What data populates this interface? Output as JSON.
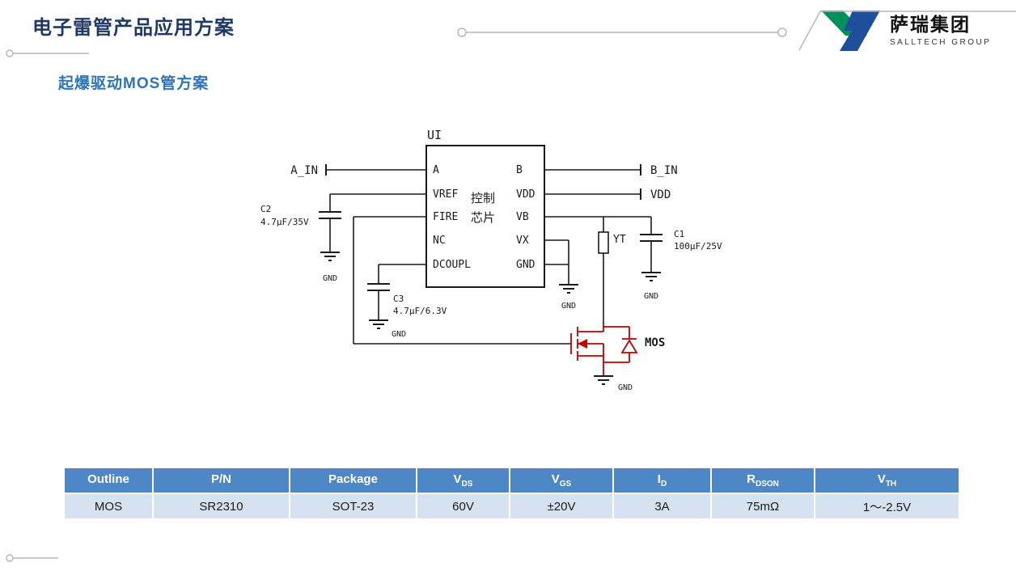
{
  "slide": {
    "title": "电子雷管产品应用方案",
    "subtitle": "起爆驱动MOS管方案"
  },
  "logo": {
    "name": "萨瑞集团",
    "group": "SALLTECH GROUP"
  },
  "circuit": {
    "ic": {
      "ref": "UI",
      "inner_line1": "控制",
      "inner_line2": "芯片",
      "pins_left": [
        "A",
        "VREF",
        "FIRE",
        "NC",
        "DCOUPL"
      ],
      "pins_right": [
        "B",
        "VDD",
        "VB",
        "VX",
        "GND"
      ]
    },
    "nets": {
      "a_in": "A_IN",
      "b_in": "B_IN",
      "vdd": "VDD"
    },
    "components": {
      "c2": {
        "ref": "C2",
        "value": "4.7μF/35V"
      },
      "c3": {
        "ref": "C3",
        "value": "4.7μF/6.3V"
      },
      "c1": {
        "ref": "C1",
        "value": "100μF/25V"
      },
      "yt": {
        "ref": "YT"
      },
      "mos": {
        "ref": "MOS"
      }
    },
    "gnd_label": "GND"
  },
  "table": {
    "headers": [
      {
        "main": "Outline",
        "sub": ""
      },
      {
        "main": "P/N",
        "sub": ""
      },
      {
        "main": "Package",
        "sub": ""
      },
      {
        "main": "V",
        "sub": "DS"
      },
      {
        "main": "V",
        "sub": "GS"
      },
      {
        "main": "I",
        "sub": "D"
      },
      {
        "main": "R",
        "sub": "DSON"
      },
      {
        "main": "V",
        "sub": "TH"
      }
    ],
    "rows": [
      [
        "MOS",
        "SR2310",
        "SOT-23",
        "60V",
        "±20V",
        "3A",
        "75mΩ",
        "1～-2.5V"
      ]
    ]
  },
  "colors": {
    "title": "#1F3864",
    "subtitle": "#2E74B5",
    "table_header_bg": "#4E87C6",
    "table_row_bg": "#D6E2F0",
    "mos_red": "#C00000",
    "logo_green": "#00915A",
    "logo_blue": "#1F4E9C",
    "decor_gray": "#B3B9C0"
  }
}
